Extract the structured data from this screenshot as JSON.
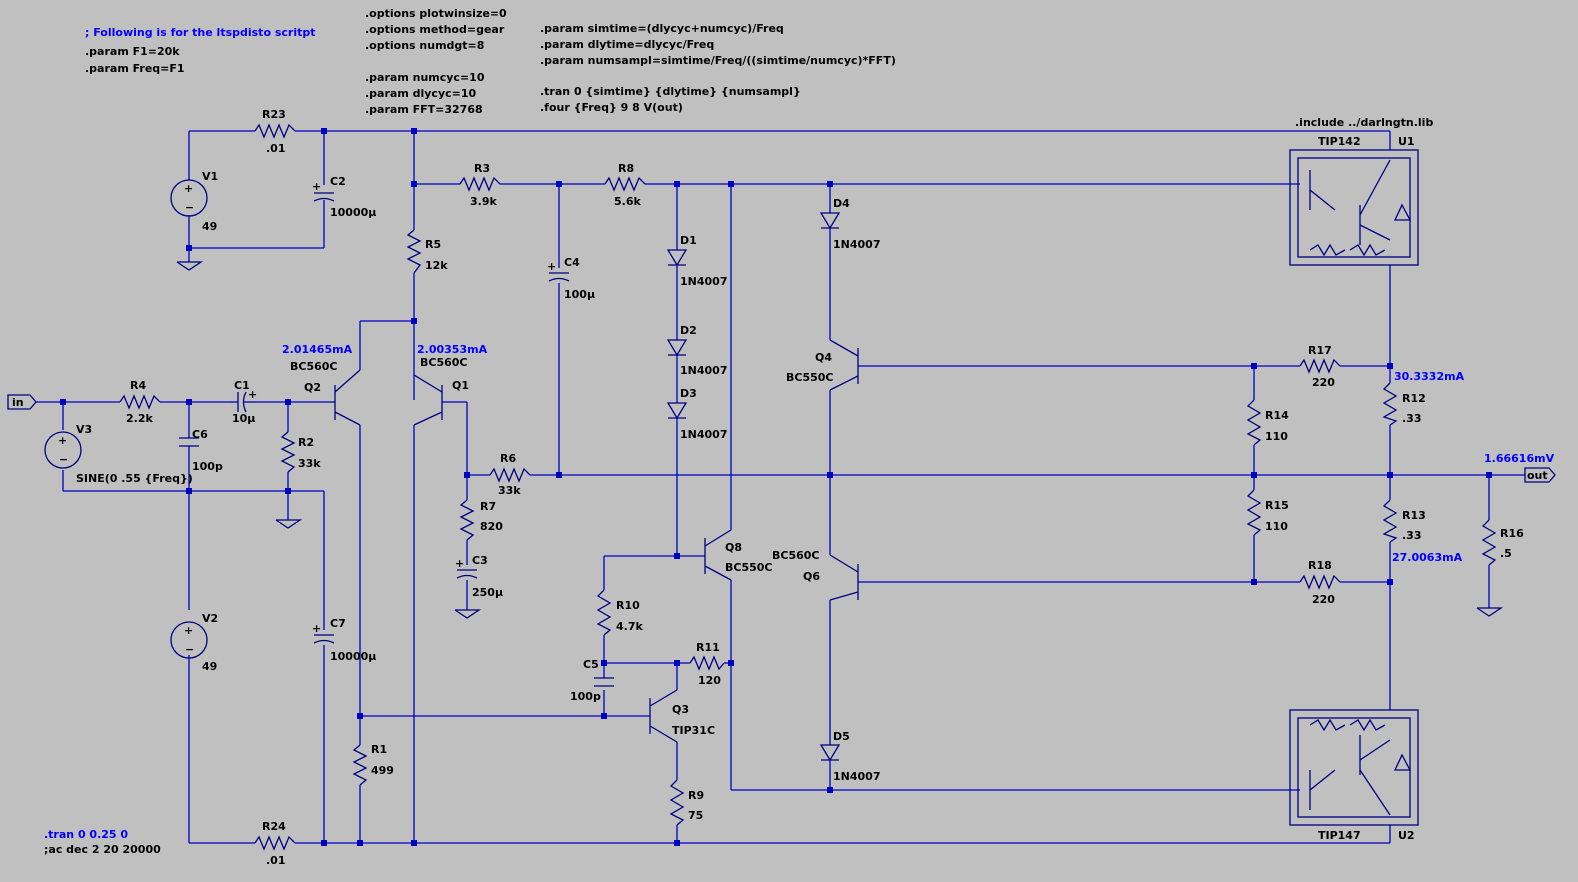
{
  "colors": {
    "background": "#c0c0c0",
    "wire": "#0000c0",
    "component": "#000080",
    "directive": "#0000ff",
    "text": "#000000"
  },
  "directives": {
    "comment": "; Following is for the ltspdisto scritpt",
    "paramF1": ".param F1=20k",
    "paramFreq": ".param Freq=F1",
    "opt1": ".options plotwinsize=0",
    "opt2": ".options method=gear",
    "opt3": ".options numdgt=8",
    "numcyc": ".param numcyc=10",
    "dlycyc": ".param dlycyc=10",
    "fft": ".param FFT=32768",
    "simtime": ".param simtime=(dlycyc+numcyc)/Freq",
    "dlytime": ".param dlytime=dlycyc/Freq",
    "numsampl": ".param numsampl=simtime/Freq/((simtime/numcyc)*FFT)",
    "tran": ".tran 0 {simtime} {dlytime} {numsampl}",
    "four": ".four {Freq} 9 8 V(out)",
    "include": ".include ../darlngtn.lib",
    "tran2": ".tran 0 0.25 0",
    "ac": ";ac dec 2 20 20000"
  },
  "labels": {
    "R23": "R23",
    "R23v": ".01",
    "V1": "V1",
    "V1v": "49",
    "C2": "C2",
    "C2v": "10000µ",
    "R3": "R3",
    "R3v": "3.9k",
    "R8": "R8",
    "R8v": "5.6k",
    "R5": "R5",
    "R5v": "12k",
    "C4": "C4",
    "C4v": "100µ",
    "D1": "D1",
    "D1v": "1N4007",
    "D2": "D2",
    "D2v": "1N4007",
    "D3": "D3",
    "D3v": "1N4007",
    "D4": "D4",
    "D4v": "1N4007",
    "D5": "D5",
    "D5v": "1N4007",
    "U1": "U1",
    "U1v": "TIP142",
    "U2": "U2",
    "U2v": "TIP147",
    "Q1": "Q1",
    "Q1v": "BC560C",
    "Q2": "Q2",
    "Q2v": "BC560C",
    "Q3": "Q3",
    "Q3v": "TIP31C",
    "Q4": "Q4",
    "Q4v": "BC550C",
    "Q6": "Q6",
    "Q6v": "BC560C",
    "Q8": "Q8",
    "Q8v": "BC550C",
    "R4": "R4",
    "R4v": "2.2k",
    "C1": "C1",
    "C1v": "10µ",
    "C6": "C6",
    "C6v": "100p",
    "R2": "R2",
    "R2v": "33k",
    "V3": "V3",
    "V3v": "SINE(0 .55 {Freq})",
    "R6": "R6",
    "R6v": "33k",
    "R7": "R7",
    "R7v": "820",
    "C3": "C3",
    "C3v": "250µ",
    "R10": "R10",
    "R10v": "4.7k",
    "C5": "C5",
    "C5v": "100p",
    "R11": "R11",
    "R11v": "120",
    "R9": "R9",
    "R9v": "75",
    "R1": "R1",
    "R1v": "499",
    "V2": "V2",
    "V2v": "49",
    "C7": "C7",
    "C7v": "10000µ",
    "R24": "R24",
    "R24v": ".01",
    "R17": "R17",
    "R17v": "220",
    "R18": "R18",
    "R18v": "220",
    "R14": "R14",
    "R14v": "110",
    "R15": "R15",
    "R15v": "110",
    "R12": "R12",
    "R12v": ".33",
    "R13": "R13",
    "R13v": ".33",
    "R16": "R16",
    "R16v": ".5",
    "in": "in",
    "out": "out"
  },
  "probes": {
    "q2": "2.01465mA",
    "q1": "2.00353mA",
    "r12": "30.3332mA",
    "r13": "27.0063mA",
    "out": "1.66616mV"
  }
}
